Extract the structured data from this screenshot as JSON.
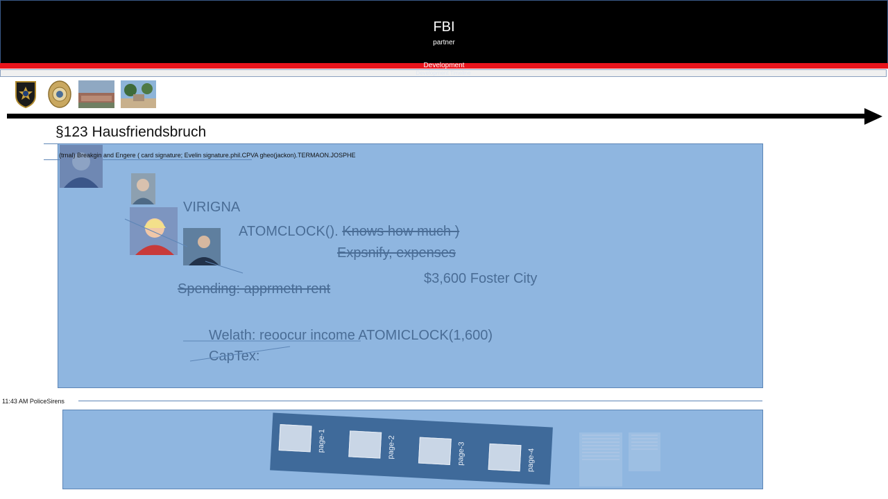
{
  "header": {
    "title": "FBI",
    "subtitle": "partner"
  },
  "bars": {
    "red_label": "Development",
    "grey_label": "Development Timeline"
  },
  "thumbnails": [
    {
      "icon": "police-badge-icon"
    },
    {
      "icon": "police-badge-icon"
    },
    {
      "icon": "building-photo-icon"
    },
    {
      "icon": "street-photo-icon"
    }
  ],
  "heading": "§123 Hausfriendsbruch",
  "note": "(trnal) Breakgin and Engere ( card signature; Evelin signature.phil.CPVA gheo(jackon).TERMAON.JOSPHE",
  "panel_text": {
    "virigna": "VIRIGNA",
    "atom_prefix": "ATOMCLOCK().",
    "atom_struck": "Knows how much )",
    "expenses": "Expsnify, expenses",
    "foster": "$3,600 Foster City",
    "spending": "Spending: apprmetn rent",
    "wealth": "Welath: reoocur income ATOMICLOCK(1,600)",
    "captex": "CapTex:"
  },
  "event": "11:43 AM PoliceSirens",
  "pages": [
    "page-1",
    "page-2",
    "page-3",
    "page-4"
  ],
  "colors": {
    "panel": "#8fb6e0",
    "panel_text": "#4a6d96",
    "strip": "#3f6a9a",
    "alert": "#e8141c"
  }
}
